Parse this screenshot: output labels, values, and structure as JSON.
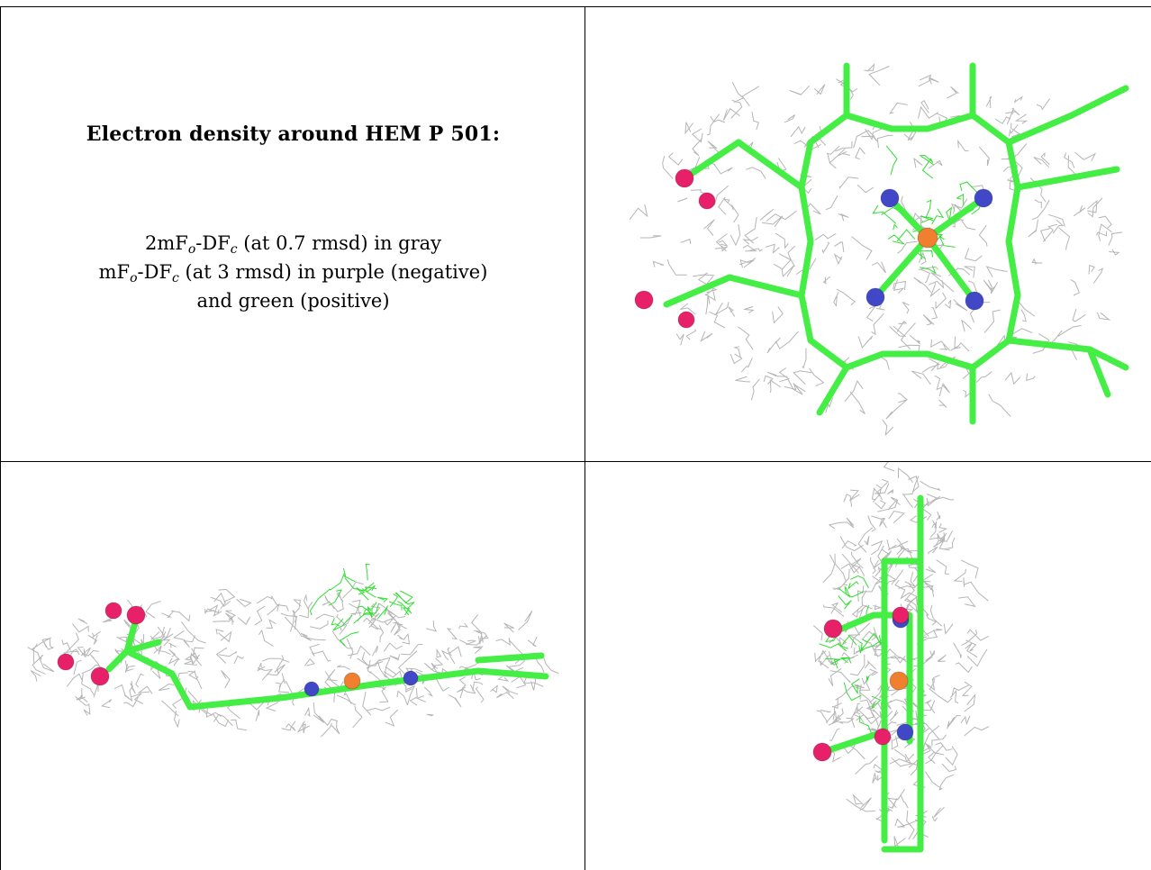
{
  "caption": {
    "title": "Electron density around HEM P 501:",
    "line1": {
      "a": "2mF",
      "b": "o",
      "c": "-DF",
      "d": "c",
      "e": " (at 0.7 rmsd) in gray"
    },
    "line2": {
      "a": "mF",
      "b": "o",
      "c": "-DF",
      "d": "c",
      "e": " (at 3 rmsd) in purple (negative)"
    },
    "line3": "and green (positive)"
  },
  "panels": [
    {
      "view": "front",
      "structure": "HEM P 501"
    },
    {
      "view": "edge-on side",
      "structure": "HEM P 501"
    },
    {
      "view": "edge-on rotated",
      "structure": "HEM P 501"
    }
  ],
  "colors": {
    "mesh_2fofc": "#a0a0a0",
    "mesh_positive": "#33dd33",
    "mesh_negative": "#9933cc",
    "carbon": "#44ee44",
    "nitrogen": "#4048c8",
    "oxygen": "#e8206a",
    "iron": "#f08030"
  }
}
